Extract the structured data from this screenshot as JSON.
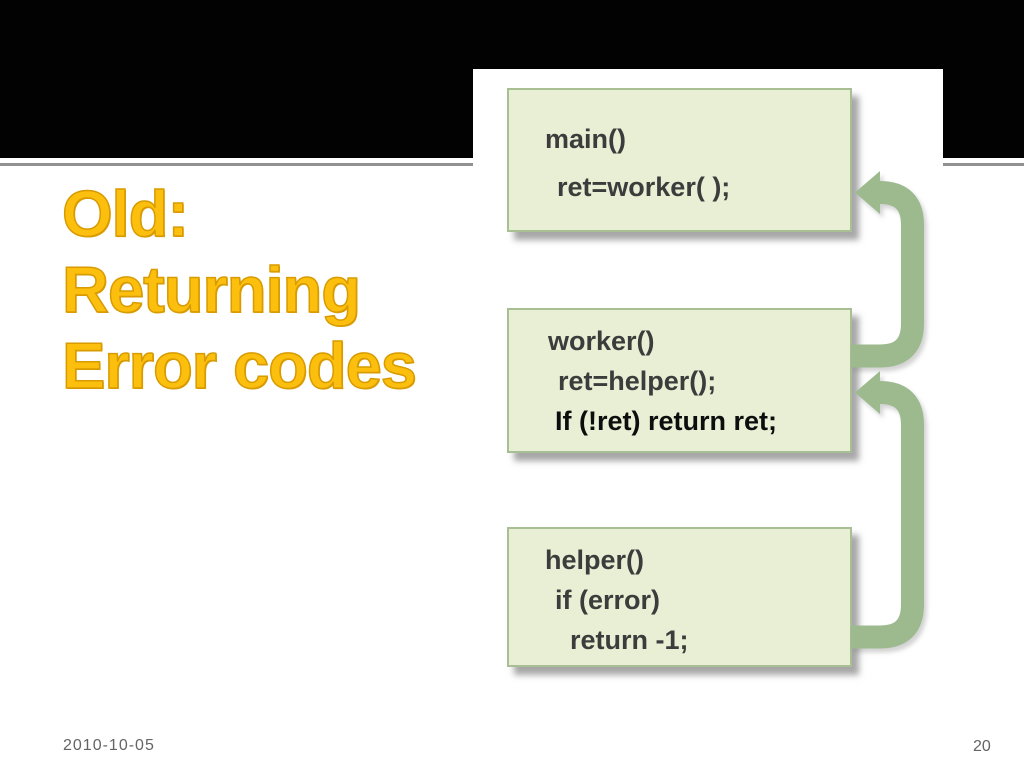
{
  "slide": {
    "title_lines": [
      "Old:",
      "Returning",
      "Error codes"
    ],
    "footer_date": "2010-10-05",
    "footer_page": "20"
  },
  "diagram": {
    "boxes": [
      {
        "name": "main",
        "lines": [
          "main()",
          "ret=worker( );"
        ]
      },
      {
        "name": "worker",
        "lines": [
          "worker()",
          "ret=helper();",
          "If (!ret) return ret;"
        ]
      },
      {
        "name": "helper",
        "lines": [
          "helper()",
          "if (error)",
          "return -1;"
        ]
      }
    ],
    "arrows": [
      {
        "name": "return-from-worker-to-main"
      },
      {
        "name": "return-from-helper-to-worker"
      }
    ]
  },
  "colors": {
    "bar-black": "#020202",
    "separator-gray": "#919191",
    "title-gold": "#fdbf0e",
    "title-gold-edge": "#d89b00",
    "box-fill": "#e9efd4",
    "box-border": "#a7bf93",
    "code-text": "#3c3c3c",
    "arrow-green": "#9cba8e",
    "footer-gray": "#646464"
  }
}
